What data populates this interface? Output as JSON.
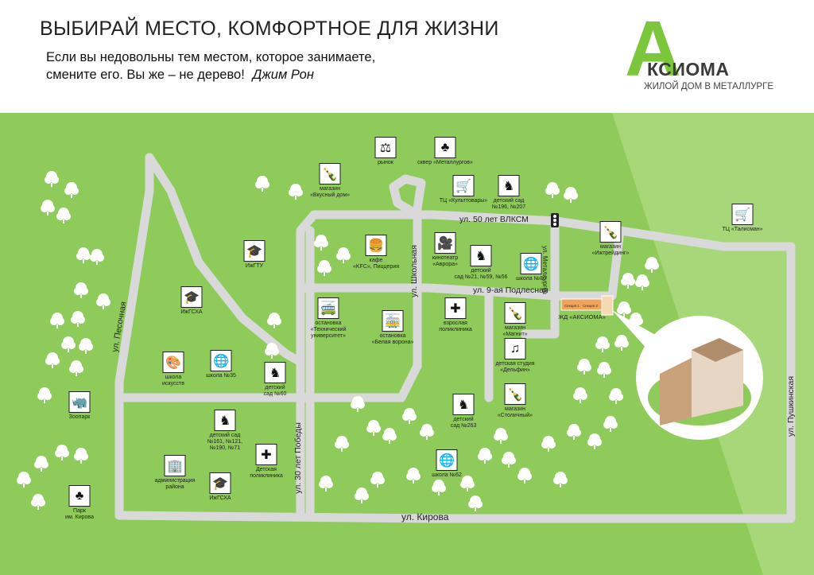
{
  "header": {
    "headline": "ВЫБИРАЙ МЕСТО, КОМФОРТНОЕ ДЛЯ ЖИЗНИ",
    "quote_line1": "Если вы недовольны тем местом, которое занимаете,",
    "quote_line2": "смените его. Вы же – не дерево!",
    "quote_author": "Джим Рон"
  },
  "logo": {
    "letter": "A",
    "name": "КСИОМА",
    "tagline": "ЖИЛОЙ ДОМ В МЕТАЛЛУРГЕ"
  },
  "streets": {
    "vlksm": "ул. 50 лет ВЛКСМ",
    "podlesnaya": "ул. 9-ая Подлесная",
    "shkolnaya": "ул. Школьная",
    "metallurgov": "ул. Металлургов",
    "peschanaya": "ул. Песочная",
    "pobedy": "ул. 30 лет Победы",
    "kirova": "ул. Кирова",
    "pushkinskaya": "ул. Пушкинская"
  },
  "pois": [
    {
      "id": "rynok",
      "icon": "scale-icon",
      "glyph": "⚖",
      "label": "рынок"
    },
    {
      "id": "skver",
      "icon": "bench-tree-icon",
      "glyph": "♣",
      "label": "сквер «Металлургов»"
    },
    {
      "id": "vkusny",
      "icon": "groceries-icon",
      "glyph": "🍾",
      "label": "магазин\n«Вкусный дом»"
    },
    {
      "id": "kultovary",
      "icon": "shopping-cart-icon",
      "glyph": "🛒",
      "label": "ТЦ «Культтовары»"
    },
    {
      "id": "sad196",
      "icon": "rocking-horse-icon",
      "glyph": "♞",
      "label": "детский сад\n№196, №207"
    },
    {
      "id": "talisman",
      "icon": "shopping-cart-icon",
      "glyph": "🛒",
      "label": "ТЦ «Талисман»"
    },
    {
      "id": "izhgtu",
      "icon": "graduation-cap-icon",
      "glyph": "🎓",
      "label": "ИжГТУ"
    },
    {
      "id": "kfc",
      "icon": "fast-food-icon",
      "glyph": "🍔",
      "label": "кафе\n«KFC», Пиццерия"
    },
    {
      "id": "avrora",
      "icon": "film-camera-icon",
      "glyph": "🎥",
      "label": "кинотеатр\n«Аврора»"
    },
    {
      "id": "sad21",
      "icon": "rocking-horse-icon",
      "glyph": "♞",
      "label": "детский\nсад №21, №59, №56"
    },
    {
      "id": "school80",
      "icon": "globe-icon",
      "glyph": "🌐",
      "label": "школа №80"
    },
    {
      "id": "izhtrading",
      "icon": "groceries-icon",
      "glyph": "🍾",
      "label": "магазин\n«Ижтрейдинг»"
    },
    {
      "id": "izhgsha1",
      "icon": "graduation-cap-icon",
      "glyph": "🎓",
      "label": "ИжГСХА"
    },
    {
      "id": "techuni",
      "icon": "trolleybus-icon",
      "glyph": "🚎",
      "label": "остановка\n«Технический\nуниверситет»"
    },
    {
      "id": "belaya",
      "icon": "tram-icon",
      "glyph": "🚋",
      "label": "остановка\n«Белая ворона»"
    },
    {
      "id": "poliklinika",
      "icon": "doctor-icon",
      "glyph": "✚",
      "label": "взрослая\nполиклиника"
    },
    {
      "id": "magnit",
      "icon": "groceries-icon",
      "glyph": "🍾",
      "label": "магазин\n«Магнит»"
    },
    {
      "id": "delfin",
      "icon": "lyre-icon",
      "glyph": "♫",
      "label": "детская студия\n«Дельфин»"
    },
    {
      "id": "stolichny",
      "icon": "groceries-icon",
      "glyph": "🍾",
      "label": "магазин\n«Столичный»"
    },
    {
      "id": "iskusstva",
      "icon": "palette-icon",
      "glyph": "🎨",
      "label": "школа\nискусств"
    },
    {
      "id": "school35",
      "icon": "globe-icon",
      "glyph": "🌐",
      "label": "школа №35"
    },
    {
      "id": "sad60",
      "icon": "rocking-horse-icon",
      "glyph": "♞",
      "label": "детский\nсад №60"
    },
    {
      "id": "zoo",
      "icon": "rhino-icon",
      "glyph": "🦏",
      "label": "Зоопарк"
    },
    {
      "id": "sad161",
      "icon": "rocking-horse-icon",
      "glyph": "♞",
      "label": "детский сад\n№161, №121,\n№190, №71"
    },
    {
      "id": "sad263",
      "icon": "rocking-horse-icon",
      "glyph": "♞",
      "label": "детский\nсад №263"
    },
    {
      "id": "detpoliklinika",
      "icon": "doctor-icon",
      "glyph": "✚",
      "label": "Детская\nполиклиника"
    },
    {
      "id": "admin",
      "icon": "office-building-icon",
      "glyph": "🏢",
      "label": "администрация\nрайона"
    },
    {
      "id": "izhgsha2",
      "icon": "graduation-cap-icon",
      "glyph": "🎓",
      "label": "ИжГСХА"
    },
    {
      "id": "school62",
      "icon": "globe-icon",
      "glyph": "🌐",
      "label": "школа №62"
    },
    {
      "id": "park",
      "icon": "park-bench-icon",
      "glyph": "♣",
      "label": "Парк\nим. Кирова"
    }
  ],
  "destination": {
    "label": "ЖД «АКСИОМА»",
    "section1": "Секция 1",
    "section2": "Секция 2"
  },
  "colors": {
    "map_green": "#8fcb5a",
    "header_bg": "#ffffff",
    "road": "#d9d9d9",
    "logo_green": "#7cc63b",
    "highlight": "#f0a35a"
  }
}
